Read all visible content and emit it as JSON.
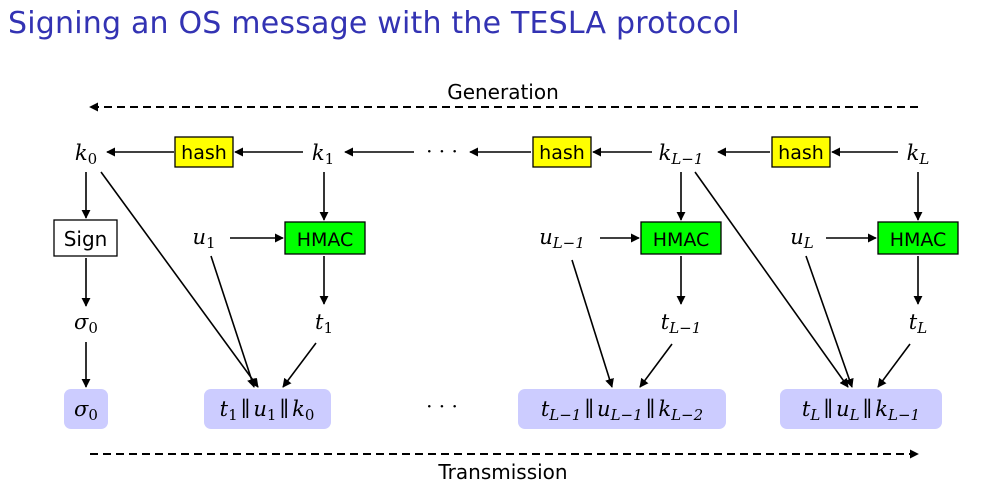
{
  "title": "Signing an OS message with the TESLA protocol",
  "labels": {
    "generation": "Generation",
    "transmission": "Transmission",
    "ellipsis": "· · ·"
  },
  "boxes": {
    "hash": "hash",
    "hmac": "HMAC",
    "sign": "Sign"
  },
  "keys": {
    "k0": {
      "base": "k",
      "sub": "0"
    },
    "k1": {
      "base": "k",
      "sub": "1"
    },
    "kLm1": {
      "base": "k",
      "sub": "L−1"
    },
    "kL": {
      "base": "k",
      "sub": "L"
    }
  },
  "messages": {
    "u1": {
      "base": "u",
      "sub": "1"
    },
    "uLm1": {
      "base": "u",
      "sub": "L−1"
    },
    "uL": {
      "base": "u",
      "sub": "L"
    }
  },
  "tags": {
    "t1": {
      "base": "t",
      "sub": "1"
    },
    "tLm1": {
      "base": "t",
      "sub": "L−1"
    },
    "tL": {
      "base": "t",
      "sub": "L"
    }
  },
  "signature": {
    "base": "σ",
    "sub": "0"
  },
  "packets": {
    "p0": {
      "sigma": "σ",
      "sigma_sub": "0"
    },
    "p1": {
      "t": "t",
      "t_sub": "1",
      "u": "u",
      "u_sub": "1",
      "k": "k",
      "k_sub": "0",
      "sep": "∥"
    },
    "pLm1": {
      "t": "t",
      "t_sub": "L−1",
      "u": "u",
      "u_sub": "L−1",
      "k": "k",
      "k_sub": "L−2",
      "sep": "∥"
    },
    "pL": {
      "t": "t",
      "t_sub": "L",
      "u": "u",
      "u_sub": "L",
      "k": "k",
      "k_sub": "L−1",
      "sep": "∥"
    }
  },
  "colors": {
    "title": "#3333b3",
    "hash_fill": "#ffff00",
    "hmac_fill": "#00ff00",
    "packet_fill": "#ccccff"
  }
}
